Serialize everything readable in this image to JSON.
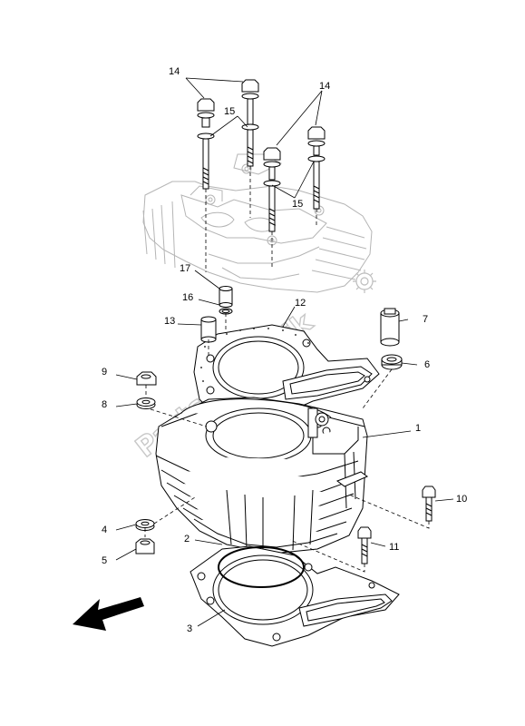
{
  "callouts": [
    {
      "id": "c1",
      "text": "1"
    },
    {
      "id": "c2",
      "text": "2"
    },
    {
      "id": "c3",
      "text": "3"
    },
    {
      "id": "c4",
      "text": "4"
    },
    {
      "id": "c5",
      "text": "5"
    },
    {
      "id": "c6",
      "text": "6"
    },
    {
      "id": "c7",
      "text": "7"
    },
    {
      "id": "c8",
      "text": "8"
    },
    {
      "id": "c9",
      "text": "9"
    },
    {
      "id": "c10",
      "text": "10"
    },
    {
      "id": "c11",
      "text": "11"
    },
    {
      "id": "c12",
      "text": "12"
    },
    {
      "id": "c13",
      "text": "13"
    },
    {
      "id": "c14a",
      "text": "14"
    },
    {
      "id": "c14b",
      "text": "14"
    },
    {
      "id": "c15a",
      "text": "15"
    },
    {
      "id": "c15b",
      "text": "15"
    },
    {
      "id": "c16",
      "text": "16"
    },
    {
      "id": "c17",
      "text": "17"
    }
  ],
  "watermark": "PartsRepublik",
  "icons": {
    "direction": "front-arrow-icon",
    "watermark_gear": "gear-icon"
  }
}
